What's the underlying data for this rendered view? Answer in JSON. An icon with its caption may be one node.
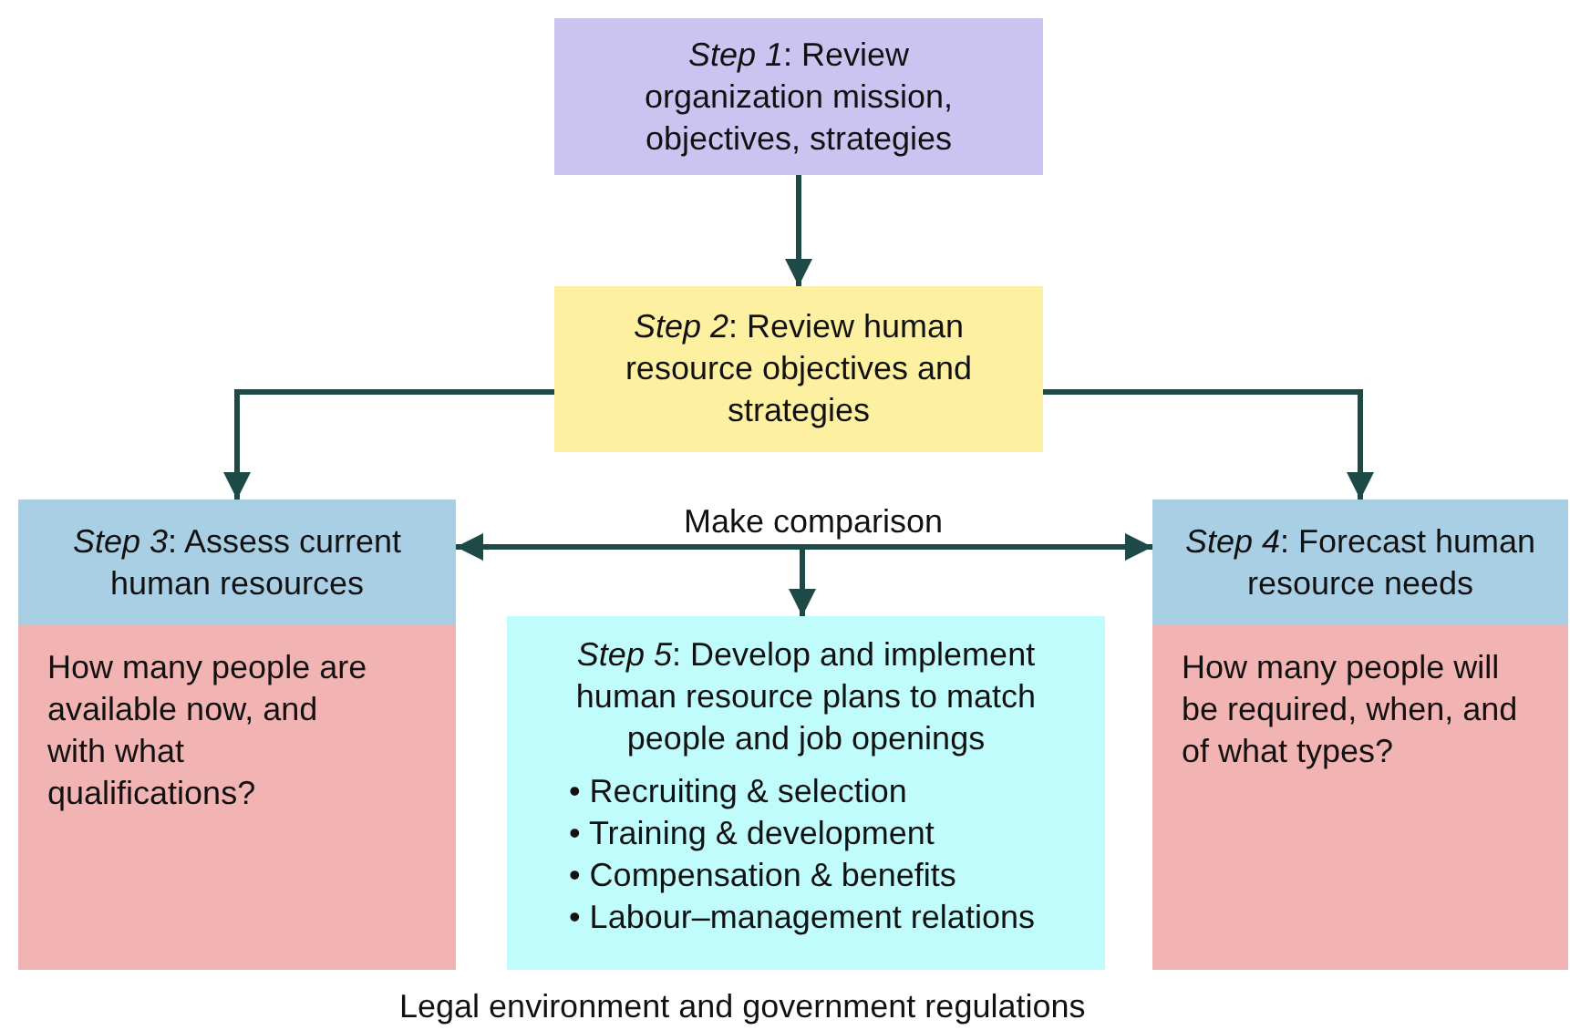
{
  "diagram": {
    "nodes": [
      {
        "text": [
          "*Step 1*: Review organization mission, objectives, strategies"
        ]
      },
      {
        "text": [
          "*Step 2*: Review human resource objectives and strategies"
        ]
      },
      {
        "text": [
          "*Step 3*: Assess current human resources"
        ]
      },
      {
        "text": [
          "How many people are available now, and with what qualifications?"
        ]
      },
      {
        "text": [
          "*Step 4*: Forecast human resource needs"
        ]
      },
      {
        "text": [
          "How many people will be required, when, and of what types?"
        ]
      },
      {
        "text": [
          "*Step 5*: Develop and implement human resource plans to match people and job openings",
          "• Recruiting & selection",
          "• Training & development",
          "• Compensation & benefits",
          "• Labour–management relations"
        ]
      }
    ],
    "edges": [
      {
        "from": 0,
        "to": 1,
        "arrow": "to"
      },
      {
        "from": 1,
        "to": 2,
        "arrow": "to"
      },
      {
        "from": 1,
        "to": 4,
        "arrow": "to"
      },
      {
        "from": 2,
        "to": 4,
        "arrow": "both",
        "label": "Make comparison"
      },
      {
        "from": null,
        "to": 6,
        "arrow": "to"
      }
    ],
    "labels": [
      "Legal environment and government regulations"
    ]
  }
}
